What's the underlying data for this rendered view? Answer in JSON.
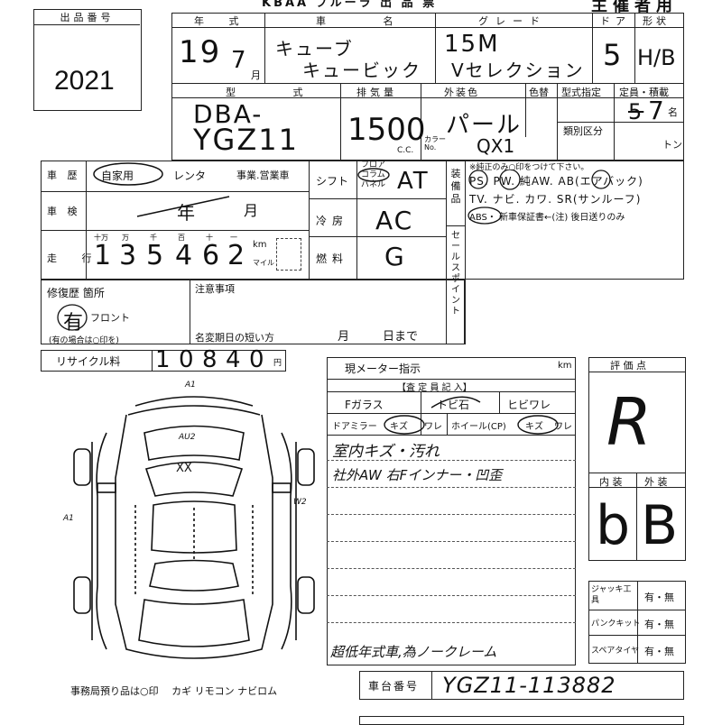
{
  "header": {
    "lot_number_label": "出品番号",
    "lot_number": "2021",
    "top_banner": "KBAA ブルーラ 出 品 票",
    "top_right": "主催者用"
  },
  "top_row": {
    "year_label": "年 式",
    "year_value": "19",
    "month_value": "7",
    "month_unit": "月",
    "car_name_label": "車 名",
    "car_name_1": "キューブ",
    "car_name_2": "キュービック",
    "grade_label": "グレード",
    "grade_1": "15M",
    "grade_2": "Vセレクション",
    "doors_label": "ドア",
    "doors_value": "5",
    "body_label": "形状",
    "body_value": "H/B"
  },
  "second_row": {
    "model_label": "型 式",
    "model_1": "DBA-",
    "model_2": "YGZ11",
    "displacement_label": "排気量",
    "displacement_value": "1500",
    "displacement_unit": "C.C.",
    "exterior_label": "外装色",
    "exterior_value": "パール",
    "color_no_label": "色替",
    "color_code_label": "カラーNo.",
    "color_code_value": "QX1",
    "type_spec_label": "型式指定",
    "category_label": "類別区分",
    "capacity_label": "定員・積載",
    "capacity_value": "7",
    "capacity_strike": "5",
    "capacity_unit": "名",
    "load_unit": "トン"
  },
  "history": {
    "usage_label": "車 歴",
    "usage_private": "自家用",
    "usage_rental": "レンタ",
    "usage_business": "事業.営業車",
    "inspection_label": "車 検",
    "inspection_year": "年",
    "inspection_month": "月",
    "mileage_label": "走 行",
    "mileage_digit_labels": [
      "十万",
      "万",
      "千",
      "百",
      "十",
      "一"
    ],
    "mileage_digits": [
      "1",
      "3",
      "5",
      "4",
      "6",
      "2"
    ],
    "mileage_unit_km": "km",
    "mileage_unit_mile": "マイル"
  },
  "spec": {
    "shift_label": "シフト",
    "shift_options": [
      "フロア",
      "コラム",
      "パネル"
    ],
    "shift_value": "AT",
    "ac_label": "冷房",
    "ac_value": "AC",
    "fuel_label": "燃料",
    "fuel_value": "G"
  },
  "equipment": {
    "label": "装備品",
    "note": "※純正のみ○印をつけて下さい。",
    "line1": "PS. PW. 純AW. AB(エアバック)",
    "line2": "TV. ナビ. カワ. SR(サンルーフ)",
    "line3": "ABS・ 新車保証書←(注) 後日送りのみ",
    "sales_point_label": "セールスポイント"
  },
  "repair": {
    "label": "修復歴 箇所",
    "value": "有",
    "location": "フロント",
    "note": "(有の場合は○印を)",
    "notice_label": "注意事項",
    "name_change_label": "名変期日の短い方",
    "name_change_month": "月",
    "name_change_day": "日まで"
  },
  "recycle": {
    "label": "リサイクル料",
    "digits": [
      "1",
      "0",
      "8",
      "4",
      "0"
    ],
    "unit": "円"
  },
  "meter": {
    "label": "現メーター指示",
    "unit": "km",
    "inspection_label": "【査 定 員 記 入】",
    "glass_label": "Fガラス",
    "glass_options": [
      "トビ石",
      "ヒビワレ"
    ],
    "mirror_label": "ドアミラー",
    "mirror_options": [
      "キズ",
      "ワレ"
    ],
    "wheel_label": "ホイール(CP)",
    "wheel_options": [
      "キズ",
      "ワレ"
    ],
    "comment_1": "室内キズ・汚れ",
    "comment_2": "社外AW 右Fインナー・凹歪",
    "comment_3": "超低年式車,為ノークレーム"
  },
  "evaluation": {
    "score_label": "評 価 点",
    "score_value": "R",
    "interior_label": "内 装",
    "exterior_label": "外 装",
    "interior_value": "b",
    "exterior_value": "B"
  },
  "tools": {
    "jack_label": "ジャッキ工具",
    "jack_value": "有・無",
    "puncture_label": "パンクキット",
    "puncture_value": "有・無",
    "spare_label": "スペアタイヤ",
    "spare_value": "有・無"
  },
  "diagram": {
    "marks": [
      "A1",
      "AU2",
      "XX",
      "A1",
      "W2"
    ],
    "footer": "事務局預り品は○印　 カギ リモコン ナビロム"
  },
  "chassis": {
    "label": "車台番号",
    "value": "YGZ11-113882"
  }
}
